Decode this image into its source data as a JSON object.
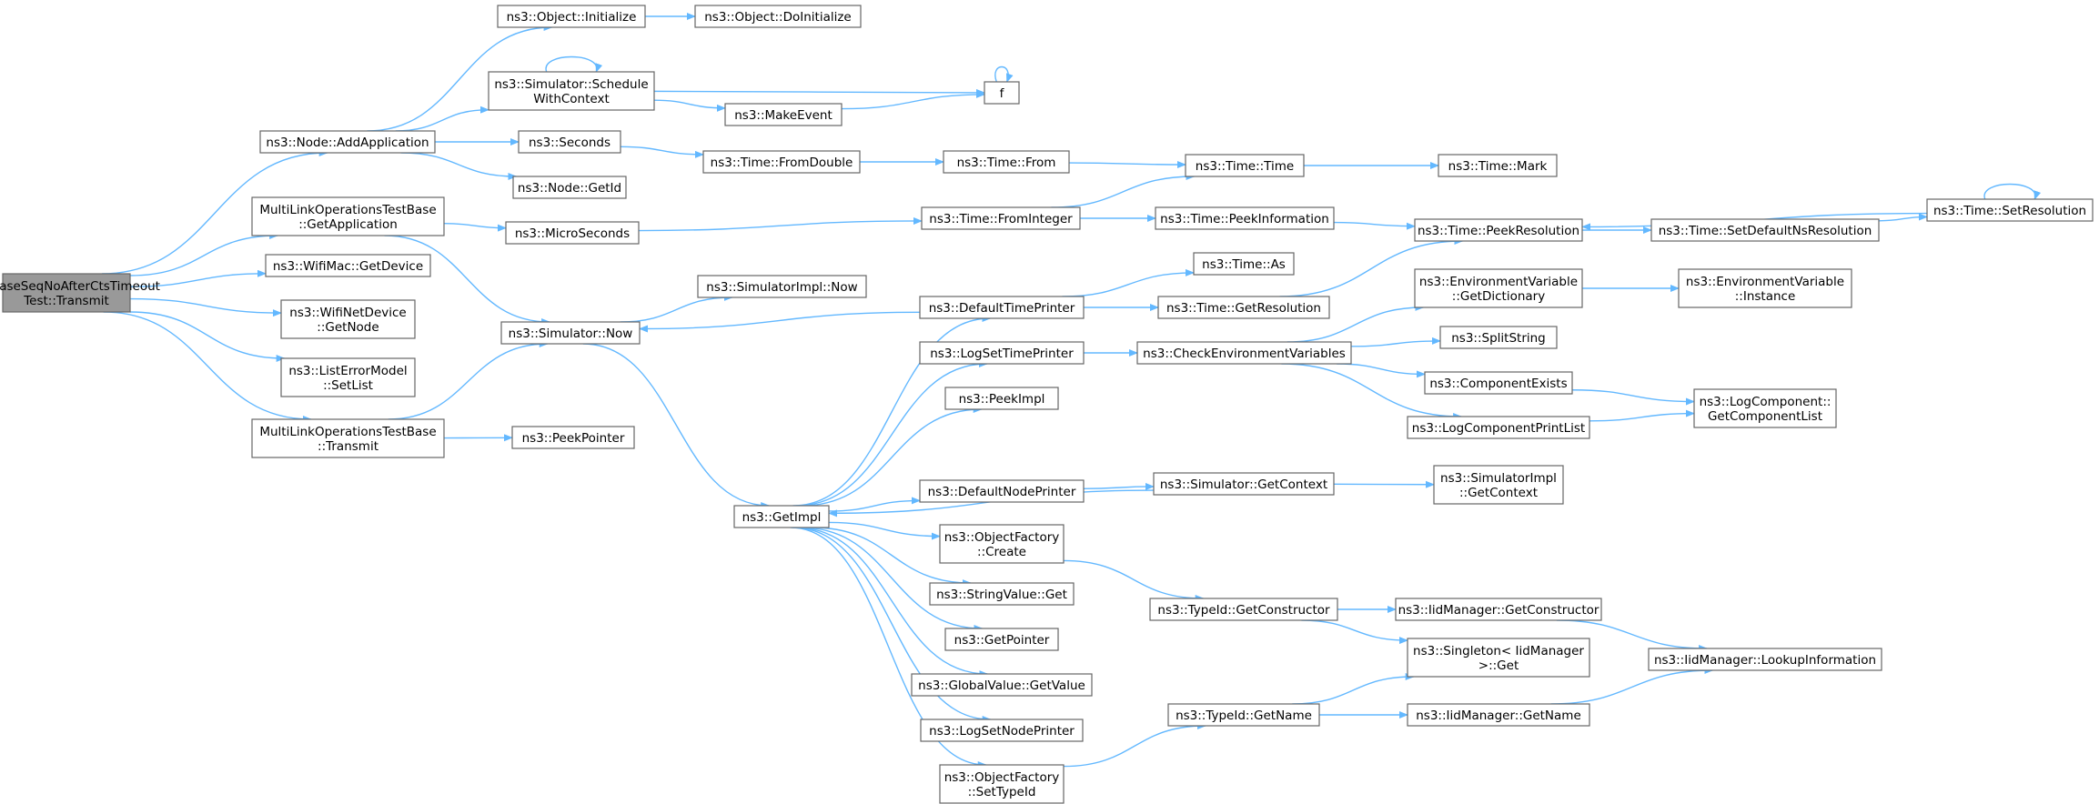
{
  "diagram": {
    "root": "ReleaseSeqNoAfterCtsTimeoutTest::Transmit",
    "edge_color": "#63b8ff",
    "root_fill": "#999999",
    "nodes": [
      {
        "id": "root",
        "lines": [
          "ReleaseSeqNoAfterCtsTimeout",
          "Test::Transmit"
        ],
        "root": true
      },
      {
        "id": "n_addapp",
        "lines": [
          "ns3::Node::AddApplication"
        ]
      },
      {
        "id": "n_mlgetapp",
        "lines": [
          "MultiLinkOperationsTestBase",
          "::GetApplication"
        ]
      },
      {
        "id": "n_wifimac",
        "lines": [
          "ns3::WifiMac::GetDevice"
        ]
      },
      {
        "id": "n_wifinet",
        "lines": [
          "ns3::WifiNetDevice",
          "::GetNode"
        ]
      },
      {
        "id": "n_listerr",
        "lines": [
          "ns3::ListErrorModel",
          "::SetList"
        ]
      },
      {
        "id": "n_mltransmit",
        "lines": [
          "MultiLinkOperationsTestBase",
          "::Transmit"
        ]
      },
      {
        "id": "n_objinit",
        "lines": [
          "ns3::Object::Initialize"
        ]
      },
      {
        "id": "n_schedctx",
        "lines": [
          "ns3::Simulator::Schedule",
          "WithContext"
        ]
      },
      {
        "id": "n_seconds",
        "lines": [
          "ns3::Seconds"
        ]
      },
      {
        "id": "n_nodegetid",
        "lines": [
          "ns3::Node::GetId"
        ]
      },
      {
        "id": "n_micro",
        "lines": [
          "ns3::MicroSeconds"
        ]
      },
      {
        "id": "n_simnow",
        "lines": [
          "ns3::Simulator::Now"
        ]
      },
      {
        "id": "n_peekptr",
        "lines": [
          "ns3::PeekPointer"
        ]
      },
      {
        "id": "n_objdoinit",
        "lines": [
          "ns3::Object::DoInitialize"
        ]
      },
      {
        "id": "n_makeevent",
        "lines": [
          "ns3::MakeEvent"
        ]
      },
      {
        "id": "n_f",
        "lines": [
          "f"
        ]
      },
      {
        "id": "n_fromdouble",
        "lines": [
          "ns3::Time::FromDouble"
        ]
      },
      {
        "id": "n_simimplnow",
        "lines": [
          "ns3::SimulatorImpl::Now"
        ]
      },
      {
        "id": "n_getimpl",
        "lines": [
          "ns3::GetImpl"
        ]
      },
      {
        "id": "n_timefrom",
        "lines": [
          "ns3::Time::From"
        ]
      },
      {
        "id": "n_fromint",
        "lines": [
          "ns3::Time::FromInteger"
        ]
      },
      {
        "id": "n_deftimeprinter",
        "lines": [
          "ns3::DefaultTimePrinter"
        ]
      },
      {
        "id": "n_logsettime",
        "lines": [
          "ns3::LogSetTimePrinter"
        ]
      },
      {
        "id": "n_peekimpl",
        "lines": [
          "ns3::PeekImpl"
        ]
      },
      {
        "id": "n_defnodeprinter",
        "lines": [
          "ns3::DefaultNodePrinter"
        ]
      },
      {
        "id": "n_objfactcreate",
        "lines": [
          "ns3::ObjectFactory",
          "::Create"
        ]
      },
      {
        "id": "n_strvalget",
        "lines": [
          "ns3::StringValue::Get"
        ]
      },
      {
        "id": "n_getpointer",
        "lines": [
          "ns3::GetPointer"
        ]
      },
      {
        "id": "n_globalval",
        "lines": [
          "ns3::GlobalValue::GetValue"
        ]
      },
      {
        "id": "n_logsetnode",
        "lines": [
          "ns3::LogSetNodePrinter"
        ]
      },
      {
        "id": "n_objfacttypeid",
        "lines": [
          "ns3::ObjectFactory",
          "::SetTypeId"
        ]
      },
      {
        "id": "n_timetime",
        "lines": [
          "ns3::Time::Time"
        ]
      },
      {
        "id": "n_peekinfo",
        "lines": [
          "ns3::Time::PeekInformation"
        ]
      },
      {
        "id": "n_timeas",
        "lines": [
          "ns3::Time::As"
        ]
      },
      {
        "id": "n_getres",
        "lines": [
          "ns3::Time::GetResolution"
        ]
      },
      {
        "id": "n_checkenv",
        "lines": [
          "ns3::CheckEnvironmentVariables"
        ]
      },
      {
        "id": "n_simgetctx",
        "lines": [
          "ns3::Simulator::GetContext"
        ]
      },
      {
        "id": "n_typegetctor",
        "lines": [
          "ns3::TypeId::GetConstructor"
        ]
      },
      {
        "id": "n_typegetname",
        "lines": [
          "ns3::TypeId::GetName"
        ]
      },
      {
        "id": "n_timemark",
        "lines": [
          "ns3::Time::Mark"
        ]
      },
      {
        "id": "n_peekres",
        "lines": [
          "ns3::Time::PeekResolution"
        ]
      },
      {
        "id": "n_envdict",
        "lines": [
          "ns3::EnvironmentVariable",
          "::GetDictionary"
        ]
      },
      {
        "id": "n_splitstr",
        "lines": [
          "ns3::SplitString"
        ]
      },
      {
        "id": "n_compexists",
        "lines": [
          "ns3::ComponentExists"
        ]
      },
      {
        "id": "n_logcompprint",
        "lines": [
          "ns3::LogComponentPrintList"
        ]
      },
      {
        "id": "n_simimplctx",
        "lines": [
          "ns3::SimulatorImpl",
          "::GetContext"
        ]
      },
      {
        "id": "n_iidgetctor",
        "lines": [
          "ns3::IidManager::GetConstructor"
        ]
      },
      {
        "id": "n_singleton",
        "lines": [
          "ns3::Singleton< IidManager",
          " >::Get"
        ]
      },
      {
        "id": "n_iidgetname",
        "lines": [
          "ns3::IidManager::GetName"
        ]
      },
      {
        "id": "n_setdefres",
        "lines": [
          "ns3::Time::SetDefaultNsResolution"
        ]
      },
      {
        "id": "n_envinst",
        "lines": [
          "ns3::EnvironmentVariable",
          "::Instance"
        ]
      },
      {
        "id": "n_logcomplist",
        "lines": [
          "ns3::LogComponent::",
          "GetComponentList"
        ]
      },
      {
        "id": "n_iidlookup",
        "lines": [
          "ns3::IidManager::LookupInformation"
        ]
      },
      {
        "id": "n_setres",
        "lines": [
          "ns3::Time::SetResolution"
        ]
      }
    ],
    "edges": [
      [
        "root",
        "n_addapp"
      ],
      [
        "root",
        "n_mlgetapp"
      ],
      [
        "root",
        "n_wifimac"
      ],
      [
        "root",
        "n_wifinet"
      ],
      [
        "root",
        "n_listerr"
      ],
      [
        "root",
        "n_mltransmit"
      ],
      [
        "n_addapp",
        "n_objinit"
      ],
      [
        "n_addapp",
        "n_schedctx"
      ],
      [
        "n_addapp",
        "n_seconds"
      ],
      [
        "n_addapp",
        "n_nodegetid"
      ],
      [
        "n_mlgetapp",
        "n_micro"
      ],
      [
        "n_mlgetapp",
        "n_simnow"
      ],
      [
        "n_mltransmit",
        "n_simnow"
      ],
      [
        "n_mltransmit",
        "n_peekptr"
      ],
      [
        "n_objinit",
        "n_objdoinit"
      ],
      [
        "n_schedctx",
        "n_schedctx"
      ],
      [
        "n_schedctx",
        "n_makeevent"
      ],
      [
        "n_schedctx",
        "n_f"
      ],
      [
        "n_makeevent",
        "n_f"
      ],
      [
        "n_f",
        "n_f"
      ],
      [
        "n_seconds",
        "n_fromdouble"
      ],
      [
        "n_fromdouble",
        "n_timefrom"
      ],
      [
        "n_timefrom",
        "n_timetime"
      ],
      [
        "n_micro",
        "n_fromint"
      ],
      [
        "n_fromint",
        "n_timetime"
      ],
      [
        "n_fromint",
        "n_peekinfo"
      ],
      [
        "n_simnow",
        "n_simimplnow"
      ],
      [
        "n_simnow",
        "n_getimpl"
      ],
      [
        "n_timetime",
        "n_timemark"
      ],
      [
        "n_peekinfo",
        "n_peekres"
      ],
      [
        "n_deftimeprinter",
        "n_simnow"
      ],
      [
        "n_deftimeprinter",
        "n_timeas"
      ],
      [
        "n_deftimeprinter",
        "n_getres"
      ],
      [
        "n_getres",
        "n_peekres"
      ],
      [
        "n_getimpl",
        "n_deftimeprinter"
      ],
      [
        "n_getimpl",
        "n_logsettime"
      ],
      [
        "n_getimpl",
        "n_peekimpl"
      ],
      [
        "n_getimpl",
        "n_defnodeprinter"
      ],
      [
        "n_getimpl",
        "n_objfactcreate"
      ],
      [
        "n_getimpl",
        "n_strvalget"
      ],
      [
        "n_getimpl",
        "n_getpointer"
      ],
      [
        "n_getimpl",
        "n_globalval"
      ],
      [
        "n_getimpl",
        "n_logsetnode"
      ],
      [
        "n_getimpl",
        "n_objfacttypeid"
      ],
      [
        "n_logsettime",
        "n_checkenv"
      ],
      [
        "n_checkenv",
        "n_envdict"
      ],
      [
        "n_checkenv",
        "n_splitstr"
      ],
      [
        "n_checkenv",
        "n_compexists"
      ],
      [
        "n_checkenv",
        "n_logcompprint"
      ],
      [
        "n_envdict",
        "n_envinst"
      ],
      [
        "n_compexists",
        "n_logcomplist"
      ],
      [
        "n_logcompprint",
        "n_logcomplist"
      ],
      [
        "n_defnodeprinter",
        "n_simgetctx"
      ],
      [
        "n_simgetctx",
        "n_getimpl"
      ],
      [
        "n_simgetctx",
        "n_simimplctx"
      ],
      [
        "n_objfactcreate",
        "n_typegetctor"
      ],
      [
        "n_typegetctor",
        "n_iidgetctor"
      ],
      [
        "n_typegetctor",
        "n_singleton"
      ],
      [
        "n_iidgetctor",
        "n_iidlookup"
      ],
      [
        "n_objfacttypeid",
        "n_typegetname"
      ],
      [
        "n_typegetname",
        "n_singleton"
      ],
      [
        "n_typegetname",
        "n_iidgetname"
      ],
      [
        "n_iidgetname",
        "n_iidlookup"
      ],
      [
        "n_peekres",
        "n_setdefres"
      ],
      [
        "n_setdefres",
        "n_setres"
      ],
      [
        "n_setres",
        "n_peekres"
      ],
      [
        "n_setres",
        "n_setres"
      ]
    ]
  }
}
